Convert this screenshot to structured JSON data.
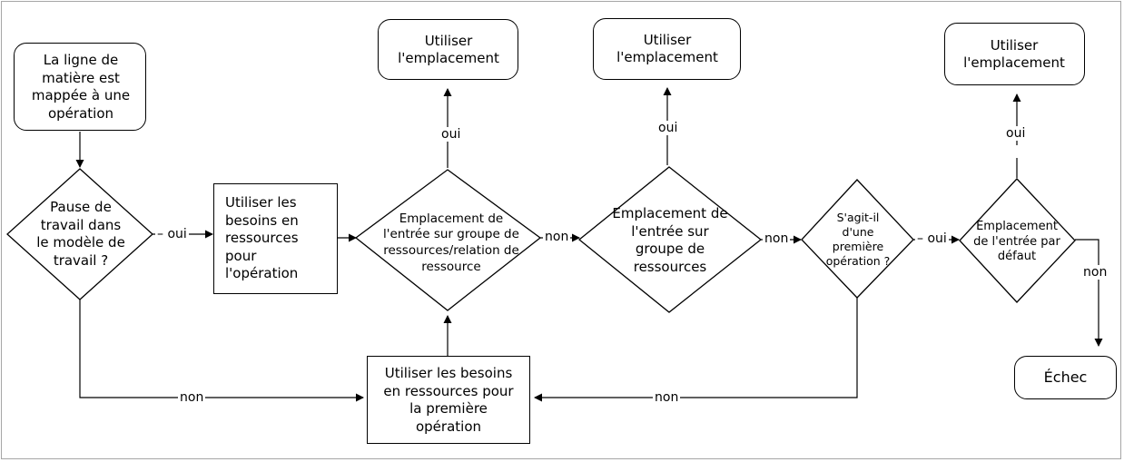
{
  "nodes": {
    "start": "La ligne de matière est mappée à une opération",
    "pause_decision": "Pause de travail dans le modèle de travail ?",
    "use_needs_op": "Utiliser les besoins en ressources pour l'opération",
    "loc_group_relation": "Emplacement de l'entrée sur groupe de ressources/relation de ressource",
    "use_location_1": "Utiliser l'emplacement",
    "loc_group": "Emplacement de l'entrée sur groupe de ressources",
    "use_location_2": "Utiliser l'emplacement",
    "first_op_decision": "S'agit-il d'une première opération ?",
    "loc_default": "Emplacement de l'entrée par défaut",
    "use_location_3": "Utiliser l'emplacement",
    "failure": "Échec",
    "use_needs_first_op": "Utiliser les besoins en ressources pour la première opération"
  },
  "edge_labels": {
    "pause_yes": "– oui",
    "pause_no": "non",
    "group_relation_yes": "oui",
    "group_relation_no": "non",
    "group_yes": "oui",
    "group_no": "non",
    "first_op_yes": "– oui",
    "first_op_no": "non",
    "default_yes": "oui",
    "default_no": "non"
  }
}
